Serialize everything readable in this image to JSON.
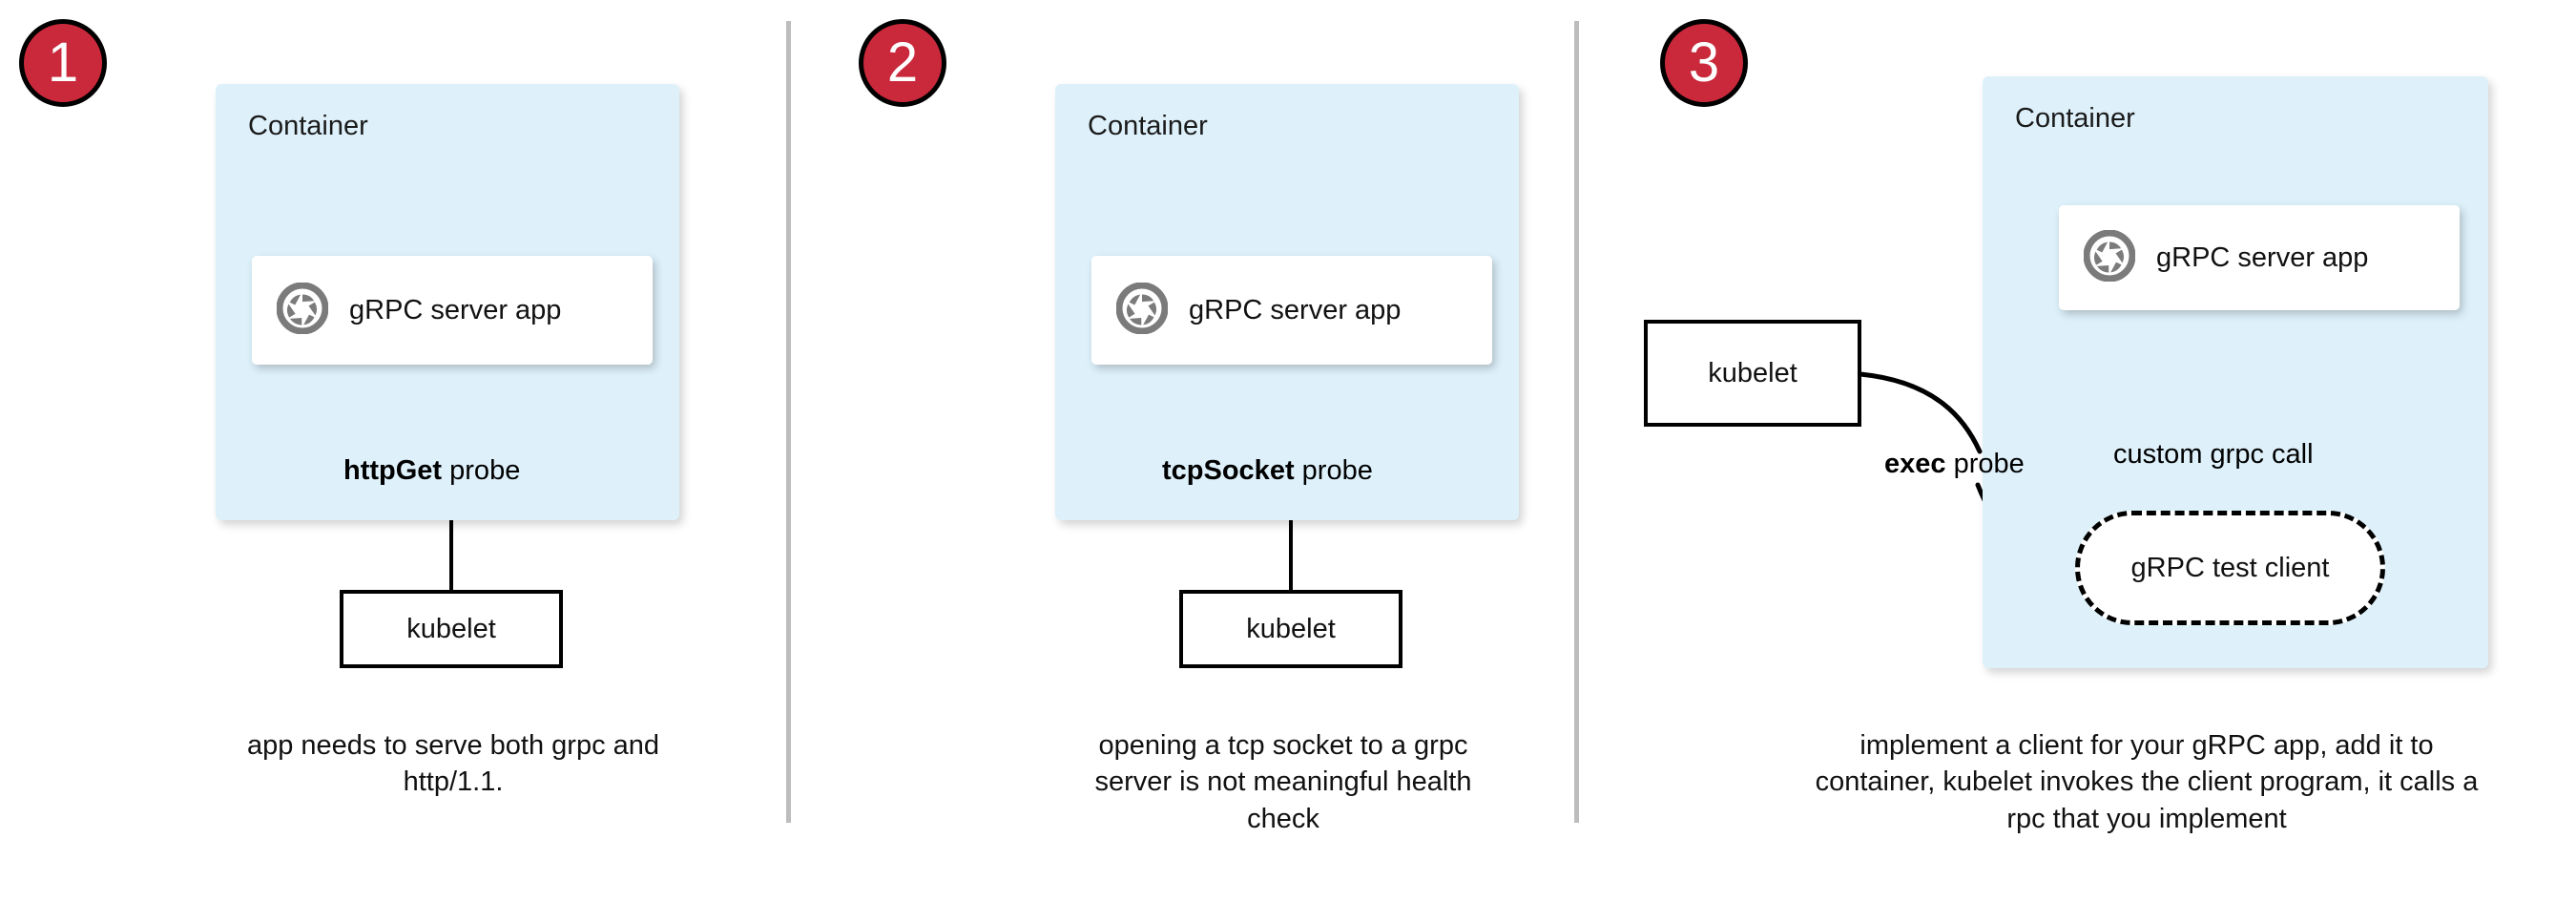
{
  "colors": {
    "badge_red": "#c9293b",
    "container_blue": "#def1fb",
    "card_white": "#ffffff",
    "stroke_black": "#000000",
    "icon_gray": "#7b7b7b",
    "divider_gray": "#bdbdbd"
  },
  "panels": [
    {
      "badge": "1",
      "container_label": "Container",
      "app_label": "gRPC server app",
      "app_icon": "grpc-aperture-icon",
      "probe_bold": "httpGet",
      "probe_rest": " probe",
      "kubelet_label": "kubelet",
      "caption": "app needs to serve both grpc and http/1.1."
    },
    {
      "badge": "2",
      "container_label": "Container",
      "app_label": "gRPC server app",
      "app_icon": "grpc-aperture-icon",
      "probe_bold": "tcpSocket",
      "probe_rest": " probe",
      "kubelet_label": "kubelet",
      "caption": "opening a tcp socket to a grpc server is not meaningful health check"
    },
    {
      "badge": "3",
      "container_label": "Container",
      "app_label": "gRPC server app",
      "app_icon": "grpc-aperture-icon",
      "probe_bold": "exec",
      "probe_rest": " probe",
      "kubelet_label": "kubelet",
      "client_label": "gRPC test client",
      "call_label": "custom grpc call",
      "caption": "implement a client for your gRPC app, add it to container, kubelet invokes the client program, it calls a rpc that you implement"
    }
  ]
}
